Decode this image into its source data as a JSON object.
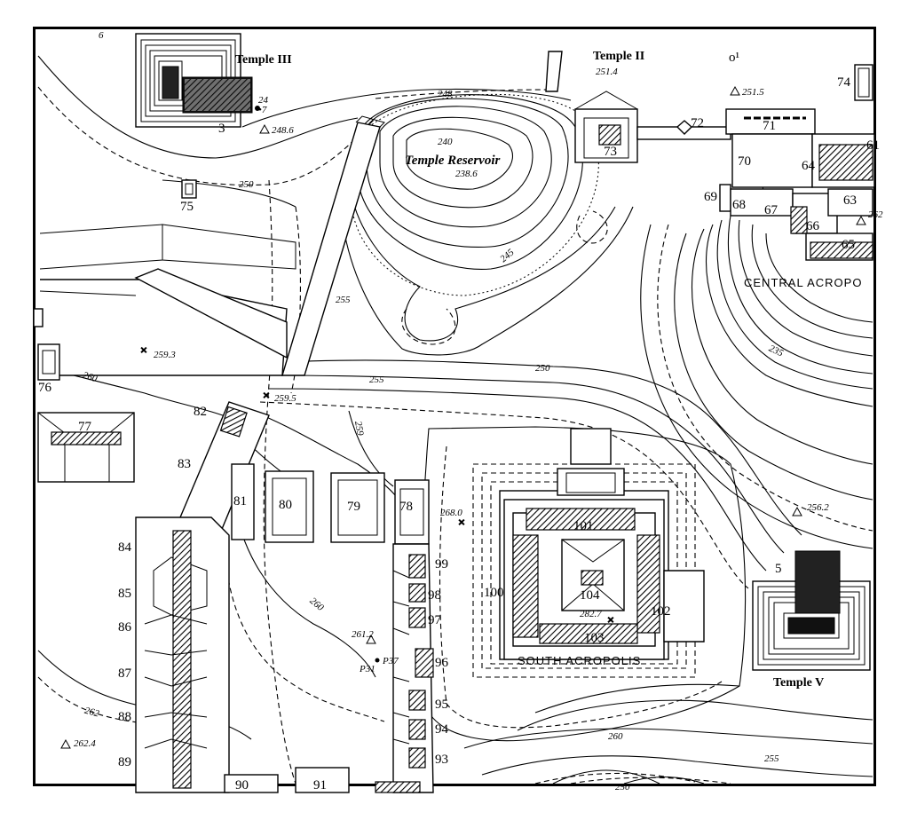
{
  "map": {
    "temples": [
      "Temple III",
      "Temple II",
      "Temple V"
    ],
    "reservoir": {
      "name": "Temple Reservoir",
      "elevation": "238.6",
      "contour": "240"
    },
    "areas": [
      "CENTRAL ACROPO",
      "SOUTH ACROPOLIS"
    ],
    "structures": [
      "3",
      "5",
      "24",
      "•7",
      "61",
      "63",
      "64",
      "65",
      "66",
      "67",
      "68",
      "69",
      "70",
      "71",
      "72",
      "73",
      "74",
      "75",
      "76",
      "77",
      "78",
      "79",
      "80",
      "81",
      "82",
      "83",
      "84",
      "85",
      "86",
      "87",
      "88",
      "89",
      "90",
      "91",
      "93",
      "94",
      "95",
      "96",
      "97",
      "98",
      "99",
      "100",
      "101",
      "102",
      "103",
      "104"
    ],
    "contours": [
      "248",
      "250",
      "255",
      "245",
      "235",
      "260",
      "255",
      "259",
      "250",
      "260",
      "262",
      "260",
      "255",
      "250"
    ],
    "spot_heights": [
      "248.6",
      "251.4",
      "251.5",
      "262",
      "259.3",
      "259.5",
      "268.0",
      "256.2",
      "261.2",
      "282.7",
      "262.4"
    ],
    "misc_labels": [
      "o¹",
      "P37",
      "P31",
      "6"
    ]
  }
}
